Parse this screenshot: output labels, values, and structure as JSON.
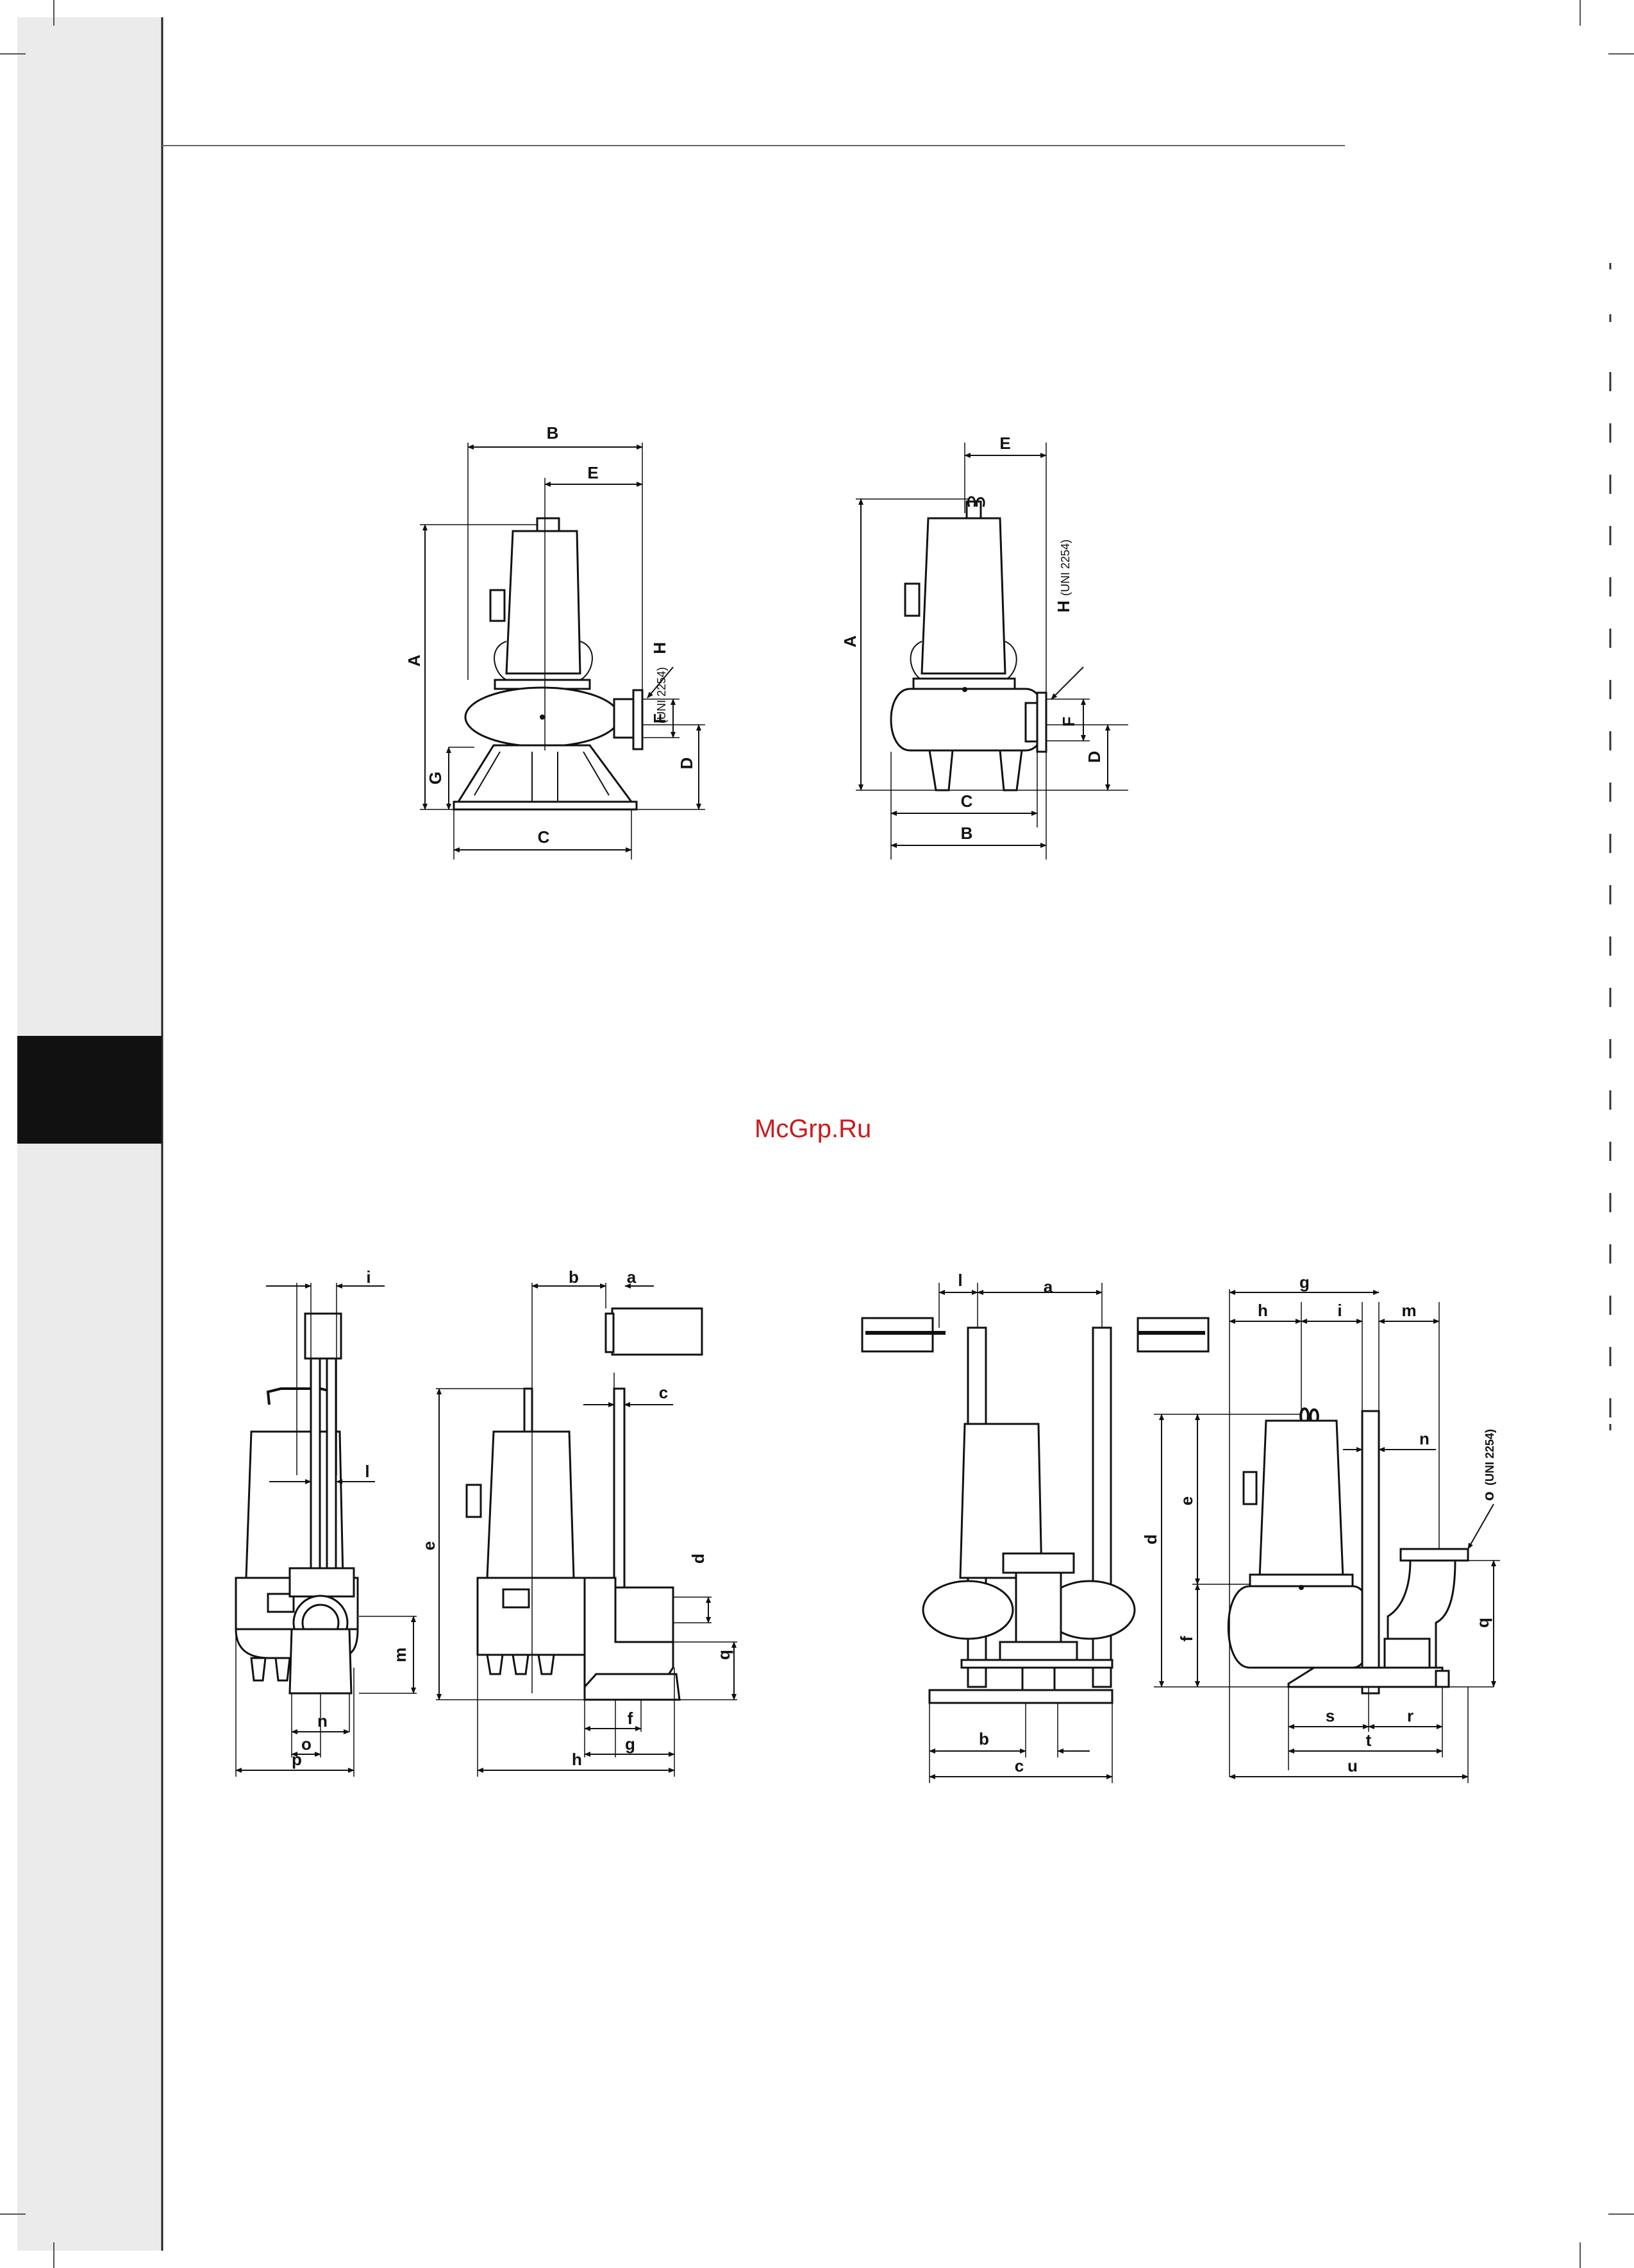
{
  "watermark": "McGrp.Ru",
  "standard_label": "(UNI 2254)",
  "top_left": {
    "A": "A",
    "B": "B",
    "C": "C",
    "D": "D",
    "E": "E",
    "F": "F",
    "G": "G",
    "H": "H"
  },
  "top_right": {
    "A": "A",
    "B": "B",
    "C": "C",
    "D": "D",
    "E": "E",
    "F": "F",
    "H": "H"
  },
  "bottom_1": {
    "i": "i",
    "l": "l",
    "m": "m",
    "n": "n",
    "o": "o",
    "p": "p"
  },
  "bottom_2": {
    "a": "a",
    "b": "b",
    "c": "c",
    "d": "d",
    "e": "e",
    "f": "f",
    "g": "g",
    "h": "h",
    "q": "q"
  },
  "bottom_3": {
    "l": "l",
    "a": "a",
    "b": "b",
    "c": "c"
  },
  "bottom_4": {
    "d": "d",
    "e": "e",
    "f": "f",
    "g": "g",
    "h": "h",
    "i": "i",
    "m": "m",
    "n": "n",
    "o": "o",
    "q": "q",
    "r": "r",
    "s": "s",
    "t": "t",
    "u": "u"
  }
}
